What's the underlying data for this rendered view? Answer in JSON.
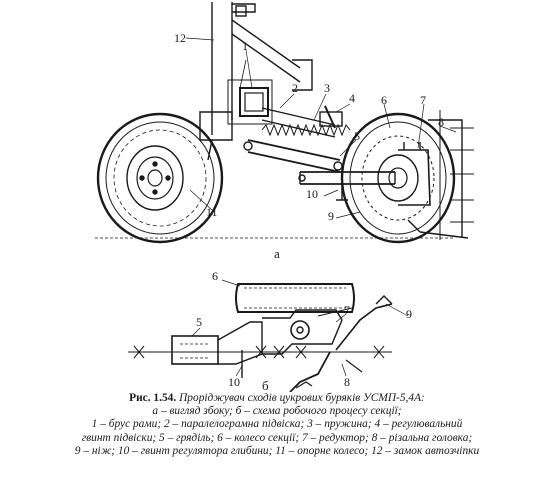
{
  "labels": {
    "l1": "1",
    "l2": "2",
    "l3": "3",
    "l4": "4",
    "l5": "5",
    "l6": "6",
    "l7": "7",
    "l8": "8",
    "l9": "9",
    "l10": "10",
    "l11": "11",
    "l12": "12",
    "b6": "6",
    "b5": "5",
    "b7": "7",
    "b9": "9",
    "b10": "10",
    "b8": "8"
  },
  "sublabels": {
    "a": "а",
    "b": "б"
  },
  "caption": {
    "fig_number": "Рис. 1.54.",
    "title": "Проріджувач сходів цукрових буряків УСМП-5,4А:",
    "line2": "а – вигляд збоку; б – схема робочого процесу секції;",
    "line3": "1 – брус рами; 2 – паралелограмна підвіска; 3 – пружина; 4 – регулювальний",
    "line4": "гвинт підвіски; 5 – гряділь; 6 – колесо секції; 7 – редуктор; 8 – різальна головка;",
    "line5": "9 – ніж; 10 – гвинт регулятора глибини; 11 – опорне колесо; 12 – замок автозчіпки"
  }
}
